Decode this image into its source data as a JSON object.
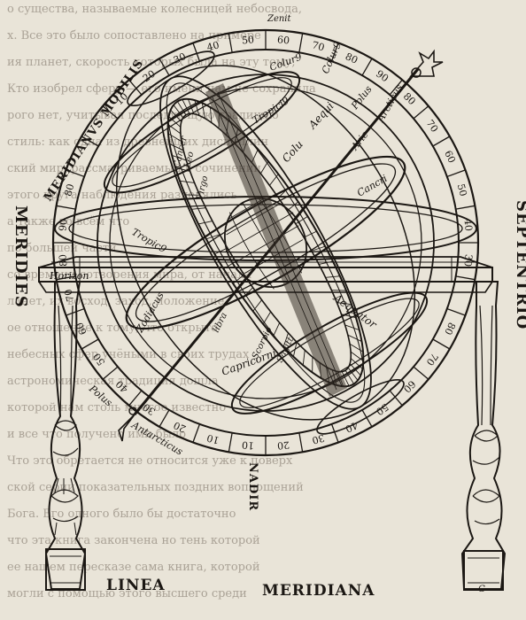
{
  "labels": {
    "zenith": "Zenit",
    "meridianus_mobilis": "MERIDIANVS MOBILIS",
    "meridies": "MERIDIES",
    "septentrio": "SEPTENTRIO",
    "horizon": "Horizon",
    "nadir": "NADIR",
    "linea": "LINEA",
    "meridiana": "MERIDIANA",
    "colurus": "Colur9",
    "colurus_2": "Colu",
    "colurus_3": "Colur9",
    "tropicus_upper": "Tropici9",
    "tropicus_left": "Tropic9",
    "aequator": "Aequator",
    "cancri": "Cancri",
    "capricorni": "Capricorni",
    "polus_arcticus": "Polus",
    "arcticus": "Arcticus",
    "polus_antarcticus": "Polus",
    "antarcticus": "Antarcticus",
    "cancer": "Cancer",
    "leo": "Leo",
    "virgo": "Virgo",
    "scorpio": "Scorpio",
    "sagittarius": "Sagitt",
    "libra": "libra",
    "aequi": "Aequi",
    "arie": "Arie",
    "zodiacus": "Zodiacus",
    "antarct_word": "Antar"
  },
  "meridian_top_numbers": [
    "10",
    "20",
    "30",
    "40",
    "50",
    "60",
    "70",
    "80",
    "90",
    "80",
    "70",
    "60",
    "50",
    "40",
    "30"
  ],
  "meridian_bottom_numbers": [
    "80",
    "70",
    "60",
    "50",
    "40",
    "30",
    "20",
    "10",
    "10",
    "20",
    "30",
    "40",
    "50",
    "60",
    "70",
    "80",
    "90",
    "80"
  ],
  "meridian_left_numbers": [
    "90",
    "80",
    "70",
    "60",
    "50",
    "40"
  ],
  "meridian_right_numbers": [
    "20",
    "30",
    "40",
    "50"
  ],
  "bleed_text_lines": [
    "о существа, называемые колесницей небосвода,",
    "х. Все это было сопоставлено на примере",
    "ия планет, скорость которых была на эту тему,",
    "Кто изобрел сферу — его имени нам не сохранила",
    "рого нет, учитывая последующую традицию",
    "стиль: как одна из древнейших дисциплин",
    "ский мир, рассматриваемый в сочинении",
    "этого круга наблюдения разделялись",
    "а также во всём что",
    "по большей части",
    "со времени сотворения мира, от начала",
    "ланет, их восход, заход, положение",
    "ое отношение к тому, что открыто",
    "небесных сфер учёными в своих трудах",
    "астрономическая традиция дошла",
    "которой нам столь многое известно",
    "и все что получено ими было",
    "Что это обретается не относится уже к поверх",
    "ской серии показательных поздних воплощений",
    "Бога. Его одного было бы достаточно",
    "что эта книга закончена но тень которой",
    "ее нашем пересказе сама книга, которой",
    "могли с помощью этого высшего среди"
  ]
}
